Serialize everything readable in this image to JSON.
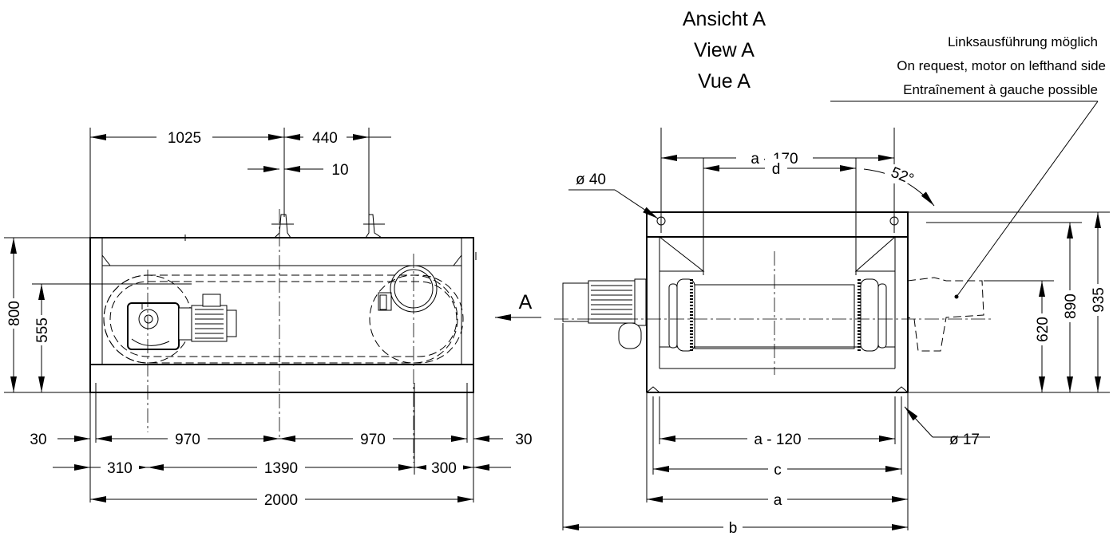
{
  "view_title": [
    "Ansicht A",
    "View A",
    "Vue A"
  ],
  "notes": [
    "Linksausführung möglich",
    "On request, motor on lefthand side",
    "Entraînement à gauche possible"
  ],
  "view_arrow_label": "A",
  "front_view": {
    "top_dims": [
      "1025",
      "440",
      "10"
    ],
    "left_dims": [
      "800",
      "555"
    ],
    "bottom_dims_row1": [
      "30",
      "970",
      "970",
      "30"
    ],
    "bottom_dims_row2": [
      "310",
      "1390",
      "300"
    ],
    "bottom_dims_row3": [
      "2000"
    ]
  },
  "side_view": {
    "top_dims": [
      "a - 170",
      "d"
    ],
    "angle": "52°",
    "hole_top": "ø 40",
    "hole_bottom": "ø 17",
    "right_dims": [
      "620",
      "890",
      "935"
    ],
    "bottom_dims": [
      "a - 120",
      "c",
      "a",
      "b"
    ]
  }
}
